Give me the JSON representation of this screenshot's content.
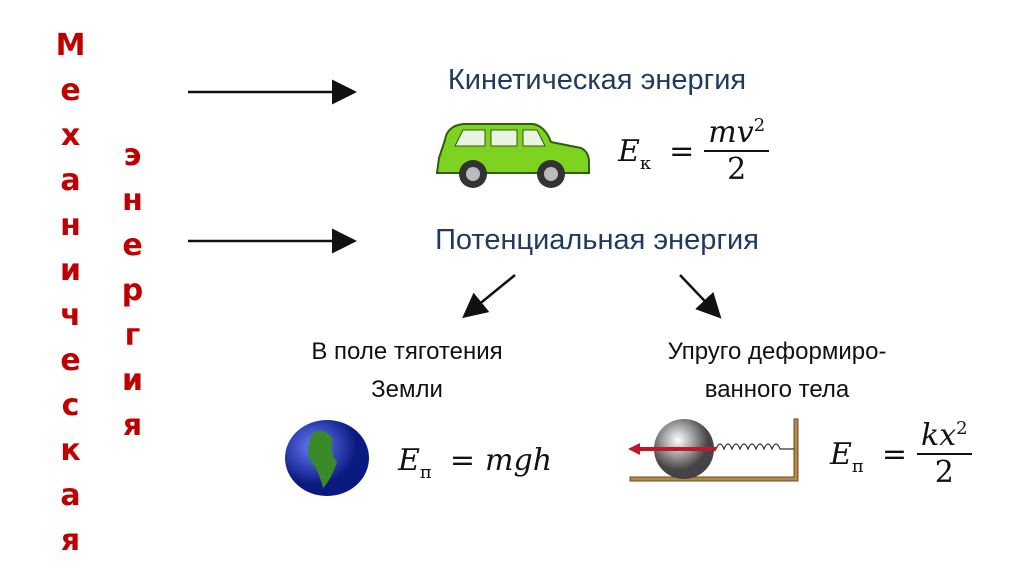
{
  "left_title": {
    "word1": "Механическая",
    "word2": "энергия"
  },
  "kinetic": {
    "title": "Кинетическая энергия",
    "formula": {
      "symbol": "E",
      "subscript": "к",
      "equals": "=",
      "numerator_base": "mv",
      "numerator_exp": "2",
      "denominator": "2"
    }
  },
  "potential": {
    "title": "Потенциальная энергия",
    "gravity": {
      "line1": "В поле тяготения",
      "line2": "Земли",
      "formula": {
        "symbol": "E",
        "subscript": "п",
        "equals": "=",
        "rhs": "mgh"
      }
    },
    "elastic": {
      "line1": "Упруго деформиро-",
      "line2": "ванного тела",
      "formula": {
        "symbol": "E",
        "subscript": "п",
        "equals": "=",
        "numerator_base": "kx",
        "numerator_exp": "2",
        "denominator": "2"
      }
    }
  },
  "colors": {
    "red": "#c00000",
    "heading": "#1f3a5f"
  }
}
